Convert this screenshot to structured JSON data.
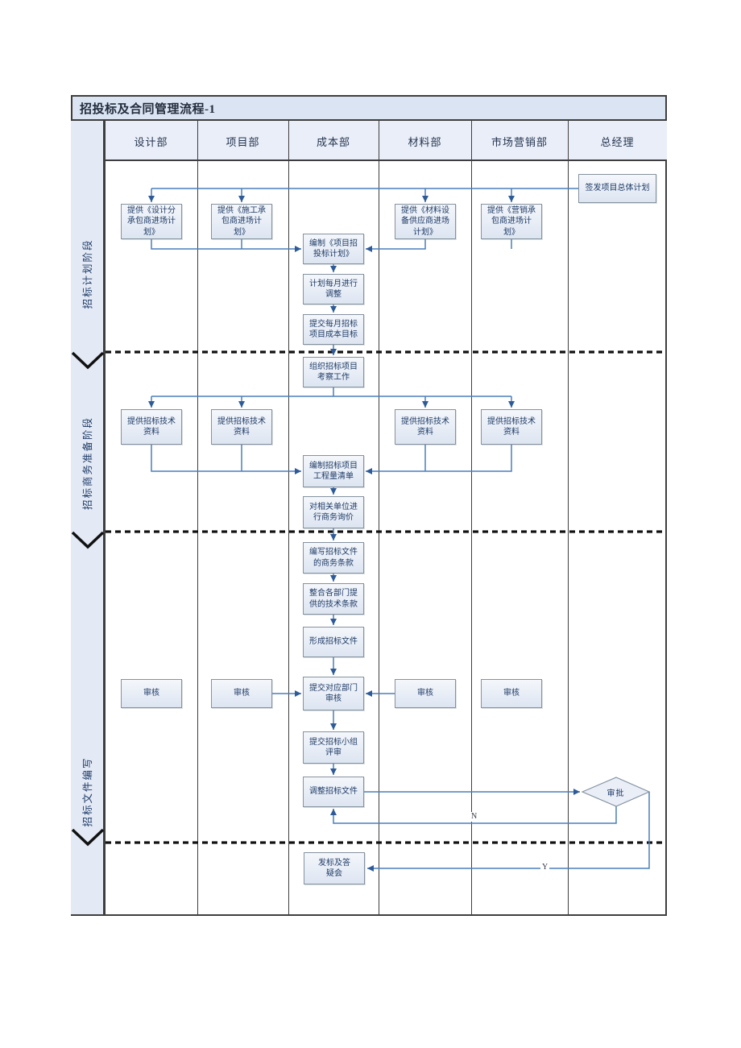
{
  "title": "招投标及合同管理流程-1",
  "columns": [
    "设计部",
    "项目部",
    "成本部",
    "材料部",
    "市场营销部",
    "总经理"
  ],
  "phases": [
    "招标计划阶段",
    "招标商务准备阶段",
    "招标文件编写"
  ],
  "nodes": {
    "issue_plan": "签发项目总体计划",
    "design_plan": "提供《设计分承包商进场计划》",
    "construct_plan": "提供《施工承包商进场计划》",
    "material_plan": "提供《材料设备供应商进场计划》",
    "marketing_plan": "提供《营销承包商进场计划》",
    "bid_plan": "编制《项目招投标计划》",
    "monthly_adjust": "计划每月进行调整",
    "monthly_cost": "提交每月招标项目成本目标",
    "inspect": "组织招标项目考察工作",
    "tech_design": "提供招标技术资料",
    "tech_project": "提供招标技术资料",
    "tech_material": "提供招标技术资料",
    "tech_marketing": "提供招标技术资料",
    "boq": "编制招标项目工程量清单",
    "inquiry": "对相关单位进行商务询价",
    "commercial_terms": "编写招标文件的商务条款",
    "integrate_terms": "整合各部门提供的技术条款",
    "form_doc": "形成招标文件",
    "review_design": "审核",
    "review_project": "审核",
    "review_material": "审核",
    "review_marketing": "审核",
    "submit_review": "提交对应部门审核",
    "team_review": "提交招标小组评审",
    "adjust_doc": "调整招标文件",
    "approve": "审批",
    "issue_bid": "发标及答疑会"
  },
  "branch": {
    "yes": "Y",
    "no": "N"
  },
  "colors": {
    "connector": "#4a7ebb",
    "arrowhead": "#2e5b97",
    "box_fill": "#dde5f2",
    "band_fill": "#e3e9f5",
    "header_fill": "#e9eef8",
    "title_fill": "#dbe4f2",
    "grid": "#3e3e3e"
  }
}
